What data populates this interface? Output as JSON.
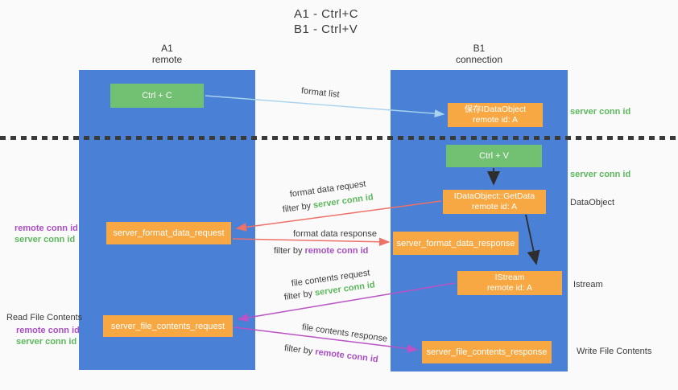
{
  "title": {
    "line1": "A1 - Ctrl+C",
    "line2": "B1 - Ctrl+V"
  },
  "columns": {
    "a": {
      "name": "A1",
      "subtitle": "remote"
    },
    "b": {
      "name": "B1",
      "subtitle": "connection"
    }
  },
  "nodes": {
    "ctrl_c": {
      "label": "Ctrl + C"
    },
    "save_idataobject": {
      "line1": "保存IDataObject",
      "line2": "remote id: A"
    },
    "ctrl_v": {
      "label": "Ctrl + V"
    },
    "getdata": {
      "line1": "IDataObject::GetData",
      "line2": "remote id: A"
    },
    "format_request": {
      "label": "server_format_data_request"
    },
    "format_response": {
      "label": "server_format_data_response"
    },
    "istream": {
      "line1": "IStream",
      "line2": "remote id: A"
    },
    "file_request": {
      "label": "server_file_contents_request"
    },
    "file_response": {
      "label": "server_file_contents_response"
    }
  },
  "arrow_labels": {
    "format_list": "format list",
    "format_data_request": "format data request",
    "format_data_response": "format data response",
    "file_contents_request": "file contents request",
    "file_contents_response": "file contents response",
    "filter_by": "filter by"
  },
  "side_labels": {
    "server_conn_id": "server conn id",
    "remote_conn_id": "remote conn id",
    "dataobject": "DataObject",
    "istream": "Istream",
    "read_file_contents": "Read File Contents",
    "write_file_contents": "Write File Contents"
  },
  "colors": {
    "lifeline_blue": "#4a80d6",
    "action_green": "#72c072",
    "message_orange": "#f8a843",
    "server_conn_green": "#5cb85c",
    "remote_conn_purple": "#a94fc3",
    "request_arrow_red": "#ee7166",
    "response_arrow_purple": "#bb52c5",
    "format_list_arrow_blue": "#a8d3ef",
    "text_dark": "#3b3b3b"
  }
}
